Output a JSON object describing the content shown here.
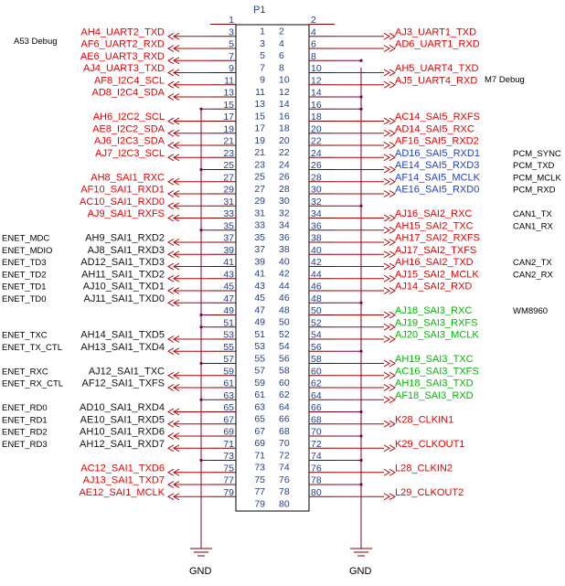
{
  "connector": {
    "ref": "P1",
    "pin_count": 80
  },
  "gnd_labels": [
    "GND",
    "GND"
  ],
  "colors": {
    "red": "#e60000",
    "blue": "#1f3fcf",
    "green": "#00b800",
    "black": "#111111",
    "debug": "#008000",
    "pin": "#1f3f8f"
  },
  "left_signals": [
    {
      "pin": 3,
      "label": "AH4_UART2_TXD",
      "color": "red"
    },
    {
      "pin": 5,
      "label": "AF6_UART2_RXD",
      "color": "red"
    },
    {
      "pin": 7,
      "label": "AE6_UART3_RXD",
      "color": "red"
    },
    {
      "pin": 9,
      "label": "AJ4_UART3_TXD",
      "color": "red"
    },
    {
      "pin": 11,
      "label": "AF8_I2C4_SCL",
      "color": "red"
    },
    {
      "pin": 13,
      "label": "AD8_I2C4_SDA",
      "color": "red"
    },
    {
      "pin": 17,
      "label": "AH6_I2C2_SCL",
      "color": "red"
    },
    {
      "pin": 19,
      "label": "AE8_I2C2_SDA",
      "color": "red"
    },
    {
      "pin": 21,
      "label": "AJ6_I2C3_SDA",
      "color": "red"
    },
    {
      "pin": 23,
      "label": "AJ7_I2C3_SCL",
      "color": "red"
    },
    {
      "pin": 27,
      "label": "AH8_SAI1_RXC",
      "color": "red"
    },
    {
      "pin": 29,
      "label": "AF10_SAI1_RXD1",
      "color": "red"
    },
    {
      "pin": 31,
      "label": "AC10_SAI1_RXD0",
      "color": "red"
    },
    {
      "pin": 33,
      "label": "AJ9_SAI1_RXFS",
      "color": "red"
    },
    {
      "pin": 37,
      "label": "AH9_SAI1_RXD2",
      "color": "black"
    },
    {
      "pin": 39,
      "label": "AJ8_SAI1_RXD3",
      "color": "black"
    },
    {
      "pin": 41,
      "label": "AD12_SAI1_TXD3",
      "color": "black"
    },
    {
      "pin": 43,
      "label": "AH11_SAI1_TXD2",
      "color": "black"
    },
    {
      "pin": 45,
      "label": "AJ10_SAI1_TXD1",
      "color": "black"
    },
    {
      "pin": 47,
      "label": "AJ11_SAI1_TXD0",
      "color": "black"
    },
    {
      "pin": 53,
      "label": "AH14_SAI1_TXD5",
      "color": "black"
    },
    {
      "pin": 55,
      "label": "AH13_SAI1_TXD4",
      "color": "black"
    },
    {
      "pin": 59,
      "label": "AJ12_SAI1_TXC",
      "color": "black"
    },
    {
      "pin": 61,
      "label": "AF12_SAI1_TXFS",
      "color": "black"
    },
    {
      "pin": 65,
      "label": "AD10_SAI1_RXD4",
      "color": "black"
    },
    {
      "pin": 67,
      "label": "AE10_SAI1_RXD5",
      "color": "black"
    },
    {
      "pin": 69,
      "label": "AH10_SAI1_RXD6",
      "color": "black"
    },
    {
      "pin": 71,
      "label": "AH12_SAI1_RXD7",
      "color": "black"
    },
    {
      "pin": 75,
      "label": "AC12_SAI1_TXD6",
      "color": "red"
    },
    {
      "pin": 77,
      "label": "AJ13_SAI1_TXD7",
      "color": "red"
    },
    {
      "pin": 79,
      "label": "AE12_SAI1_MCLK",
      "color": "red"
    }
  ],
  "right_signals": [
    {
      "pin": 4,
      "label": "AJ3_UART1_TXD",
      "color": "red"
    },
    {
      "pin": 6,
      "label": "AD6_UART1_RXD",
      "color": "red"
    },
    {
      "pin": 10,
      "label": "AH5_UART4_TXD",
      "color": "red"
    },
    {
      "pin": 12,
      "label": "AJ5_UART4_RXD",
      "color": "red"
    },
    {
      "pin": 18,
      "label": "AC14_SAI5_RXFS",
      "color": "red"
    },
    {
      "pin": 20,
      "label": "AD14_SAI5_RXC",
      "color": "red"
    },
    {
      "pin": 22,
      "label": "AF16_SAI5_RXD2",
      "color": "red"
    },
    {
      "pin": 24,
      "label": "AD16_SAI5_RXD1",
      "color": "blue"
    },
    {
      "pin": 26,
      "label": "AE14_SAI5_RXD3",
      "color": "blue"
    },
    {
      "pin": 28,
      "label": "AF14_SAI5_MCLK",
      "color": "blue"
    },
    {
      "pin": 30,
      "label": "AE16_SAI5_RXD0",
      "color": "blue"
    },
    {
      "pin": 34,
      "label": "AJ16_SAI2_RXC",
      "color": "red"
    },
    {
      "pin": 36,
      "label": "AH15_SAI2_TXC",
      "color": "red"
    },
    {
      "pin": 38,
      "label": "AH17_SAI2_RXFS",
      "color": "red"
    },
    {
      "pin": 40,
      "label": "AJ17_SAI2_TXFS",
      "color": "red"
    },
    {
      "pin": 42,
      "label": "AH16_SAI2_TXD",
      "color": "red"
    },
    {
      "pin": 44,
      "label": "AJ15_SAI2_MCLK",
      "color": "red"
    },
    {
      "pin": 46,
      "label": "AJ14_SAI2_RXD",
      "color": "red"
    },
    {
      "pin": 50,
      "label": "AJ18_SAI3_RXC",
      "color": "green"
    },
    {
      "pin": 52,
      "label": "AJ19_SAI3_RXFS",
      "color": "green"
    },
    {
      "pin": 54,
      "label": "AJ20_SAI3_MCLK",
      "color": "green"
    },
    {
      "pin": 58,
      "label": "AH19_SAI3_TXC",
      "color": "green"
    },
    {
      "pin": 60,
      "label": "AC16_SAI3_TXFS",
      "color": "green"
    },
    {
      "pin": 62,
      "label": "AH18_SAI3_TXD",
      "color": "green"
    },
    {
      "pin": 64,
      "label": "AF18_SAI3_RXD",
      "color": "green"
    },
    {
      "pin": 68,
      "label": "K28_CLKIN1",
      "color": "red"
    },
    {
      "pin": 72,
      "label": "K29_CLKOUT1",
      "color": "red"
    },
    {
      "pin": 76,
      "label": "L28_CLKIN2",
      "color": "red"
    },
    {
      "pin": 80,
      "label": "L29_CLKOUT2",
      "color": "red"
    }
  ],
  "left_notes": [
    {
      "pin": 37,
      "text": "ENET_MDC"
    },
    {
      "pin": 39,
      "text": "ENET_MDIO"
    },
    {
      "pin": 41,
      "text": "ENET_TD3"
    },
    {
      "pin": 43,
      "text": "ENET_TD2"
    },
    {
      "pin": 45,
      "text": "ENET_TD1"
    },
    {
      "pin": 47,
      "text": "ENET_TD0"
    },
    {
      "pin": 53,
      "text": "ENET_TXC"
    },
    {
      "pin": 55,
      "text": "ENET_TX_CTL"
    },
    {
      "pin": 59,
      "text": "ENET_RXC"
    },
    {
      "pin": 61,
      "text": "ENET_RX_CTL"
    },
    {
      "pin": 65,
      "text": "ENET_RD0"
    },
    {
      "pin": 67,
      "text": "ENET_RD1"
    },
    {
      "pin": 69,
      "text": "ENET_RD2"
    },
    {
      "pin": 71,
      "text": "ENET_RD3"
    }
  ],
  "right_notes": [
    {
      "pin": 24,
      "text": "PCM_SYNC"
    },
    {
      "pin": 26,
      "text": "PCM_TXD"
    },
    {
      "pin": 28,
      "text": "PCM_MCLK"
    },
    {
      "pin": 30,
      "text": "PCM_RXD"
    },
    {
      "pin": 34,
      "text": "CAN1_TX"
    },
    {
      "pin": 36,
      "text": "CAN1_RX"
    },
    {
      "pin": 42,
      "text": "CAN2_TX"
    },
    {
      "pin": 44,
      "text": "CAN2_RX"
    },
    {
      "pin": 50,
      "text": "WM8960"
    }
  ],
  "debug_notes": [
    {
      "side": "left",
      "pin": 5,
      "text": "A53 Debug"
    },
    {
      "side": "right",
      "pin": 12,
      "text": "M7 Debug"
    }
  ],
  "left_gnd_pins": [
    15,
    25,
    35,
    49,
    51,
    57,
    63,
    73
  ],
  "right_gnd_pins": [
    8,
    14,
    16,
    32,
    48,
    56,
    66,
    70,
    74,
    78
  ]
}
